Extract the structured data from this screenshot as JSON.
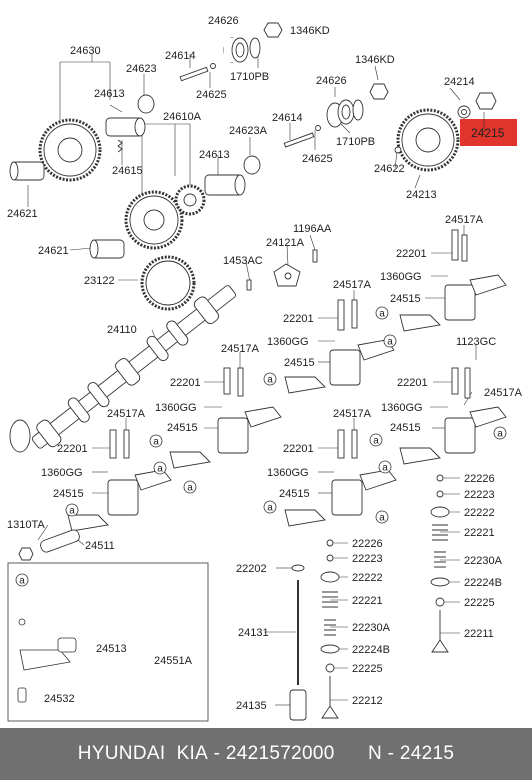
{
  "colors": {
    "highlight": "#e0342c",
    "line": "#333333",
    "footer_bg": "#707070"
  },
  "footer": {
    "brand": "HYUNDAI  KIA",
    "part_number": "2421572000",
    "ref": "N - 24215"
  },
  "inset": {
    "marker": "a"
  },
  "callout_marker": "a",
  "labels": {
    "l24626a": "24626",
    "l1346kda": "1346KD",
    "l24630": "24630",
    "l24614a": "24614",
    "l24623": "24623",
    "l1710pba": "1710PB",
    "l24613a": "24613",
    "l24625a": "24625",
    "l1346kdb": "1346KD",
    "l24214": "24214",
    "l24626b": "24626",
    "l24215": "24215",
    "l24615": "24615",
    "l24610a": "24610A",
    "l24614b": "24614",
    "l24623a": "24623A",
    "l1710pbb": "1710PB",
    "l24625b": "24625",
    "l24613b": "24613",
    "l24622": "24622",
    "l24213": "24213",
    "l24621a": "24621",
    "l1196aa": "1196AA",
    "l24121a": "24121A",
    "l24517a1": "24517A",
    "l24621b": "24621",
    "l22201a": "22201",
    "l1453ac": "1453AC",
    "l1360gga": "1360GG",
    "l23122": "23122",
    "l24517a2": "24517A",
    "l24515a": "24515",
    "l22201b": "22201",
    "l24110": "24110",
    "l1360ggb": "1360GG",
    "l1123gc": "1123GC",
    "l24517a3": "24517A",
    "l24515b": "24515",
    "l22201c": "22201",
    "l22201d": "22201",
    "l24517a4": "24517A",
    "l1360ggc": "1360GG",
    "l1360ggd": "1360GG",
    "l24517a5": "24517A",
    "l24517a6": "24517A",
    "l24515c": "24515",
    "l24515d": "24515",
    "l22201e": "22201",
    "l22201f": "22201",
    "l1360gge": "1360GG",
    "l1360ggf": "1360GG",
    "l22226a": "22226",
    "l22223a": "22223",
    "l24515e": "24515",
    "l24515f": "24515",
    "l22222a": "22222",
    "l1310ta": "1310TA",
    "l22221a": "22221",
    "l24511": "24511",
    "l22230aa": "22230A",
    "l22226b": "22226",
    "l22223b": "22223",
    "l22224ba": "22224B",
    "l22202": "22202",
    "l22222b": "22222",
    "l22225a": "22225",
    "l22221b": "22221",
    "l22211": "22211",
    "l24513": "24513",
    "l24131": "24131",
    "l22230ab": "22230A",
    "l24551a": "24551A",
    "l22224bb": "22224B",
    "l22225b": "22225",
    "l24532": "24532",
    "l24135": "24135",
    "l22212": "22212"
  }
}
